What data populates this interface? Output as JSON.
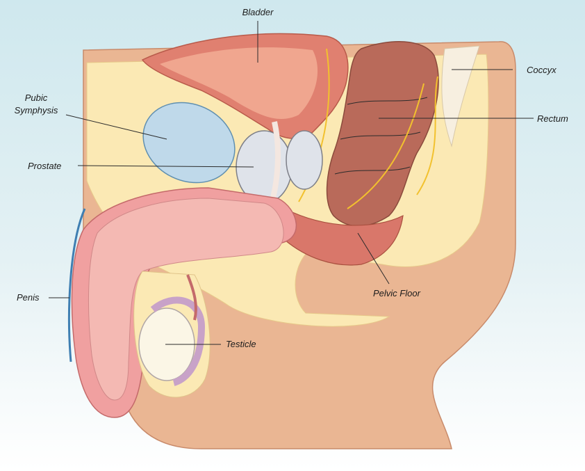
{
  "labels": {
    "bladder": "Bladder",
    "pubic_symphysis_line1": "Pubic",
    "pubic_symphysis_line2": "Symphysis",
    "prostate": "Prostate",
    "penis": "Penis",
    "testicle": "Testicle",
    "pelvic_floor": "Pelvic Floor",
    "coccyx": "Coccyx",
    "rectum": "Rectum"
  },
  "colors": {
    "skin": "#eab693",
    "fat": "#fbe9b4",
    "bladder": "#e08070",
    "rectum": "#b96a5a",
    "prostate": "#dfe3ea",
    "pubic_bone": "#bfd9ea",
    "penis_body": "#f0a0a0",
    "testicle": "#fbf6e6",
    "nerve": "#f2c12e"
  }
}
